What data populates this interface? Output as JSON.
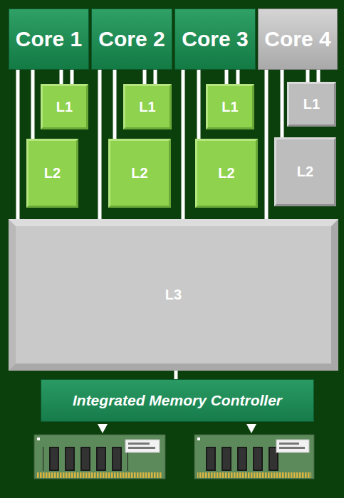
{
  "diagram": {
    "nodes": [
      {
        "text": [
          "Core 1"
        ]
      },
      {
        "text": [
          "Core 2"
        ]
      },
      {
        "text": [
          "Core 3"
        ]
      },
      {
        "text": [
          "Core 4"
        ]
      },
      {
        "text": [
          "L1"
        ]
      },
      {
        "text": [
          "L1"
        ]
      },
      {
        "text": [
          "L1"
        ]
      },
      {
        "text": [
          "L1"
        ]
      },
      {
        "text": [
          "L2"
        ]
      },
      {
        "text": [
          "L2"
        ]
      },
      {
        "text": [
          "L2"
        ]
      },
      {
        "text": [
          "L2"
        ]
      },
      {
        "text": [
          "L3"
        ]
      },
      {
        "text": [
          "Integrated Memory Controller"
        ]
      }
    ],
    "edges": [
      {
        "from": 0,
        "to": 12,
        "arrow": "none"
      },
      {
        "from": 0,
        "to": 8,
        "arrow": "none"
      },
      {
        "from": 0,
        "to": 4,
        "arrow": "none"
      },
      {
        "from": 0,
        "to": 4,
        "arrow": "none"
      },
      {
        "from": 1,
        "to": 12,
        "arrow": "none"
      },
      {
        "from": 1,
        "to": 9,
        "arrow": "none"
      },
      {
        "from": 1,
        "to": 5,
        "arrow": "none"
      },
      {
        "from": 1,
        "to": 5,
        "arrow": "none"
      },
      {
        "from": 2,
        "to": 12,
        "arrow": "none"
      },
      {
        "from": 2,
        "to": 10,
        "arrow": "none"
      },
      {
        "from": 2,
        "to": 6,
        "arrow": "none"
      },
      {
        "from": 2,
        "to": 6,
        "arrow": "none"
      },
      {
        "from": 3,
        "to": 12,
        "arrow": "none"
      },
      {
        "from": 3,
        "to": 11,
        "arrow": "none"
      },
      {
        "from": 3,
        "to": 7,
        "arrow": "none"
      },
      {
        "from": 3,
        "to": 7,
        "arrow": "none"
      },
      {
        "from": 12,
        "to": 13,
        "arrow": "none"
      }
    ]
  }
}
